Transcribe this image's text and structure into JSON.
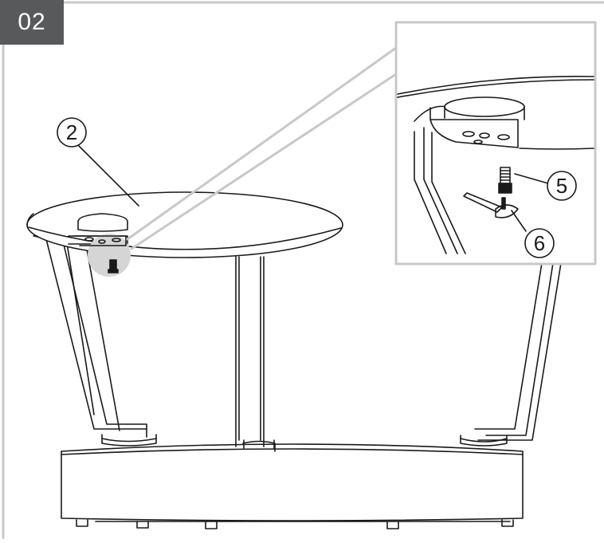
{
  "step": {
    "number": "02"
  },
  "callouts": [
    {
      "label": "2"
    },
    {
      "label": "5"
    },
    {
      "label": "6"
    }
  ]
}
